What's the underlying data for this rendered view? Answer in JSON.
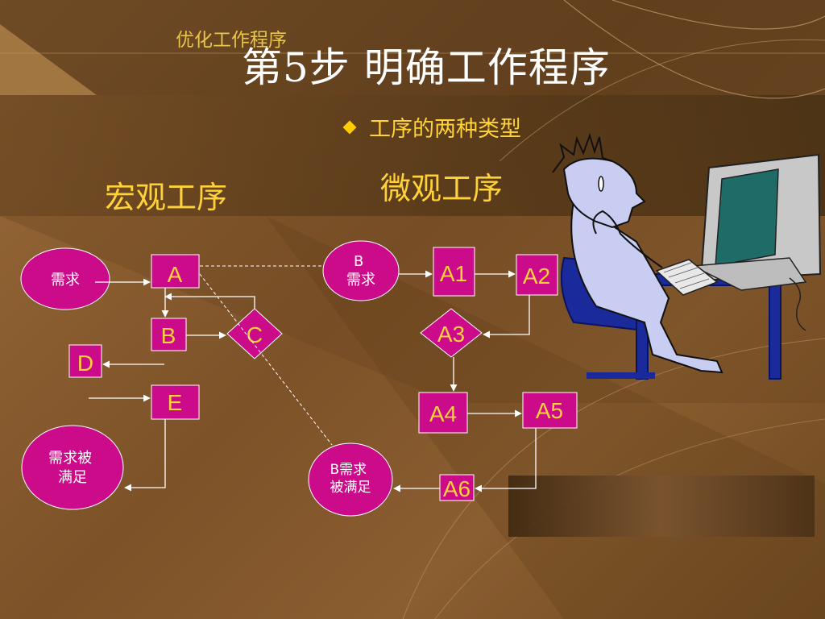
{
  "slide": {
    "subtitle": "优化工作程序",
    "title": "第5步  明确工作程序",
    "bullet": "工序的两种类型",
    "macro_label": "宏观工序",
    "micro_label": "微观工序"
  },
  "macro": {
    "demand": "需求",
    "satisfied": "需求被\n满足",
    "boxes": {
      "A": "A",
      "B": "B",
      "D": "D",
      "E": "E"
    },
    "diamond_c": "C"
  },
  "micro": {
    "demand": "B\n需求",
    "satisfied": "B需求\n被满足",
    "boxes": {
      "A1": "A1",
      "A2": "A2",
      "A4": "A4",
      "A5": "A5",
      "A6": "A6"
    },
    "diamond_a3": "A3"
  },
  "colors": {
    "node_fill": "#cc0b8a",
    "node_text": "#ffd23a",
    "line": "#ffffff",
    "accent": "#ffd23a"
  },
  "icons": {
    "bullet": "diamond-bullet-icon",
    "clipart": "person-at-computer-icon"
  }
}
